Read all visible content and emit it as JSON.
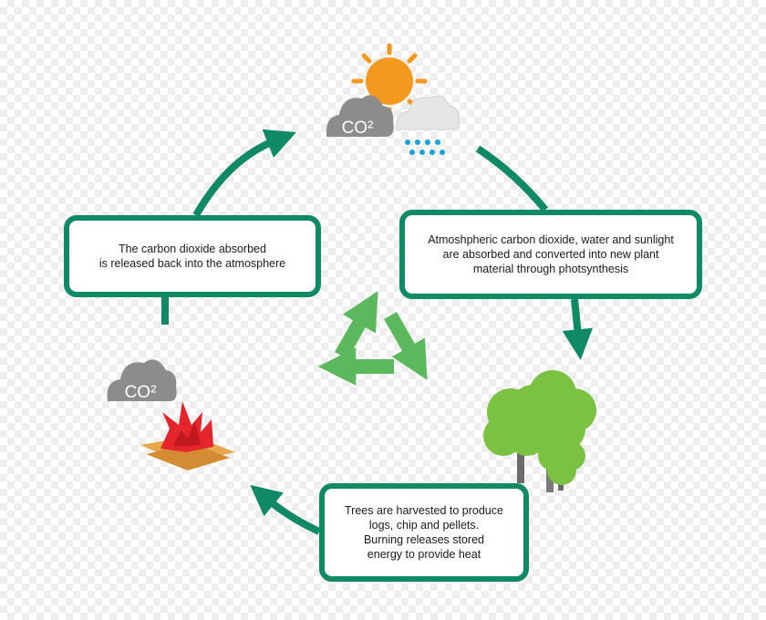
{
  "steps": {
    "absorb": "Atmoshpheric carbon dioxide, water and sunlight\nare absorbed and converted into new plant\nmaterial through photsynthesis",
    "harvest": "Trees are harvested to produce\nlogs, chip and pellets.\nBurning releases stored\nenergy to provide heat",
    "release": "The carbon dioxide absorbed\nis released back into the atmosphere"
  },
  "co2_label": "CO²",
  "icons": {
    "top": [
      "sun-icon",
      "co2-cloud-icon",
      "rain-cloud-icon"
    ],
    "center": "recycle-icon",
    "right": "trees-icon",
    "left": [
      "co2-cloud-icon",
      "fire-icon"
    ]
  },
  "colors": {
    "cycle": "#0f8a64",
    "recycle": "#5cb85c",
    "sun": "#f39a1e",
    "cloud": "#8c8c8c",
    "rain": "#1aa3d6",
    "tree": "#7cc242",
    "fire": "#e5252b",
    "wood": "#e8a64a"
  }
}
